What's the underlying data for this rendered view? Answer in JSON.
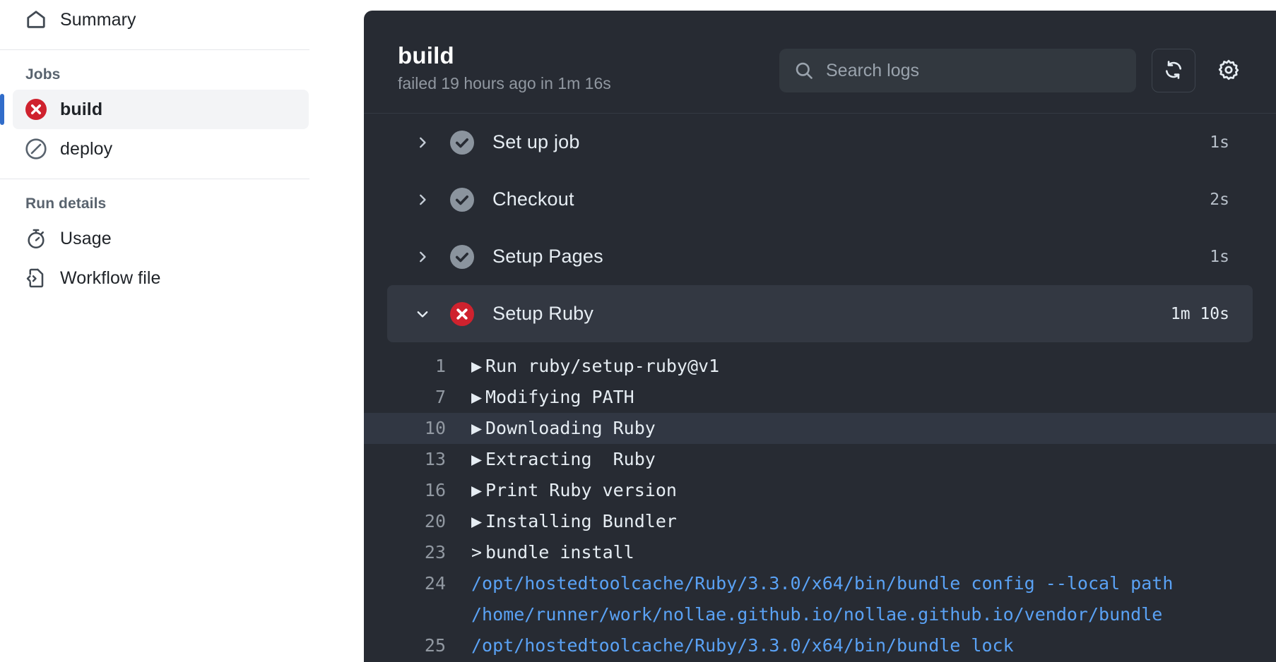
{
  "sidebar": {
    "summary": {
      "label": "Summary",
      "icon": "home-icon"
    },
    "jobs_title": "Jobs",
    "jobs": [
      {
        "label": "build",
        "status": "failure",
        "icon": "x-circle-fill-icon",
        "selected": true
      },
      {
        "label": "deploy",
        "status": "skipped",
        "icon": "skip-circle-icon",
        "selected": false
      }
    ],
    "run_details_title": "Run details",
    "run_details": [
      {
        "label": "Usage",
        "icon": "stopwatch-icon"
      },
      {
        "label": "Workflow file",
        "icon": "file-code-icon"
      }
    ]
  },
  "log_panel": {
    "title": "build",
    "subtitle": "failed 19 hours ago in 1m 16s",
    "search": {
      "placeholder": "Search logs",
      "value": "",
      "icon": "search-icon"
    },
    "refresh_button": {
      "icon": "refresh-icon",
      "label": ""
    },
    "settings_button": {
      "icon": "gear-icon",
      "label": ""
    },
    "steps": [
      {
        "name": "Set up job",
        "status": "success",
        "icon": "check-circle-fill-icon",
        "duration": "1s",
        "expanded": false,
        "chevron": "chevron-right-icon"
      },
      {
        "name": "Checkout",
        "status": "success",
        "icon": "check-circle-fill-icon",
        "duration": "2s",
        "expanded": false,
        "chevron": "chevron-right-icon"
      },
      {
        "name": "Setup Pages",
        "status": "success",
        "icon": "check-circle-fill-icon",
        "duration": "1s",
        "expanded": false,
        "chevron": "chevron-right-icon"
      },
      {
        "name": "Setup Ruby",
        "status": "failure",
        "icon": "x-circle-fill-icon",
        "duration": "1m 10s",
        "expanded": true,
        "chevron": "chevron-down-icon"
      }
    ],
    "log_lines": [
      {
        "number": "1",
        "marker": "▶",
        "text": "Run ruby/setup-ruby@v1",
        "style": "group",
        "highlighted": false
      },
      {
        "number": "7",
        "marker": "▶",
        "text": "Modifying PATH",
        "style": "group",
        "highlighted": false
      },
      {
        "number": "10",
        "marker": "▶",
        "text": "Downloading Ruby",
        "style": "group",
        "highlighted": true
      },
      {
        "number": "13",
        "marker": "▶",
        "text": "Extracting  Ruby",
        "style": "group",
        "highlighted": false
      },
      {
        "number": "16",
        "marker": "▶",
        "text": "Print Ruby version",
        "style": "group",
        "highlighted": false
      },
      {
        "number": "20",
        "marker": "▶",
        "text": "Installing Bundler",
        "style": "group",
        "highlighted": false
      },
      {
        "number": "23",
        "marker": "> ",
        "text": "bundle install",
        "style": "command",
        "highlighted": false
      },
      {
        "number": "24",
        "marker": "",
        "text": "/opt/hostedtoolcache/Ruby/3.3.0/x64/bin/bundle config --local path",
        "continuation": "/home/runner/work/nollae.github.io/nollae.github.io/vendor/bundle",
        "style": "blue",
        "highlighted": false
      },
      {
        "number": "25",
        "marker": "",
        "text": "/opt/hostedtoolcache/Ruby/3.3.0/x64/bin/bundle lock",
        "style": "blue",
        "highlighted": false
      }
    ]
  },
  "colors": {
    "accent_blue": "#316dca",
    "failure_red": "#cf222e",
    "panel_bg": "#272b33",
    "link_blue": "#5aa2f5",
    "muted": "#9198a1"
  }
}
